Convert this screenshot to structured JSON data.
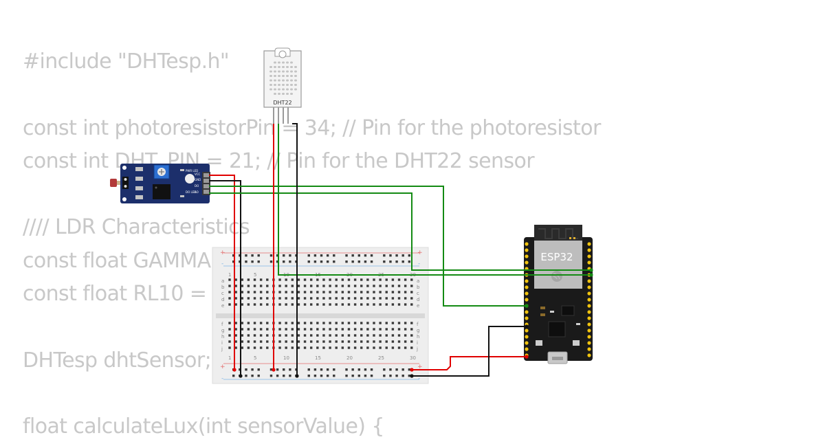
{
  "code_lines": [
    "#include \"DHTesp.h\"",
    "",
    "const int photoresistorPin = 34; // Pin for the photoresistor",
    "const int DHT_PIN = 21; // Pin for the DHT22 sensor",
    "",
    "//// LDR Characteristics",
    "const float GAMMA = 0.7;",
    "const float RL10 = 50;",
    "",
    "DHTesp dhtSensor;",
    "",
    "float calculateLux(int sensorValue) {"
  ],
  "components": {
    "dht22": {
      "label": "DHT22"
    },
    "esp32": {
      "label": "ESP32"
    },
    "ldr_module": {
      "pin_labels": [
        "VCC",
        "GND",
        "DO",
        "AO"
      ],
      "led_labels": [
        "PWR LED",
        "DO LED"
      ]
    },
    "breadboard": {
      "column_numbers": [
        "1",
        "5",
        "10",
        "15",
        "20",
        "25",
        "30"
      ],
      "row_letters_top": [
        "a",
        "b",
        "c",
        "d",
        "e"
      ],
      "row_letters_bottom": [
        "f",
        "g",
        "h",
        "i",
        "j"
      ],
      "rail_plus": "+",
      "rail_minus": "-"
    }
  },
  "colors": {
    "wire_red": "#e00000",
    "wire_black": "#111111",
    "wire_green": "#138a13",
    "pcb_blue": "#1c2f6b",
    "esp_black": "#1a1a1a",
    "code_text": "#c8c8c8"
  }
}
